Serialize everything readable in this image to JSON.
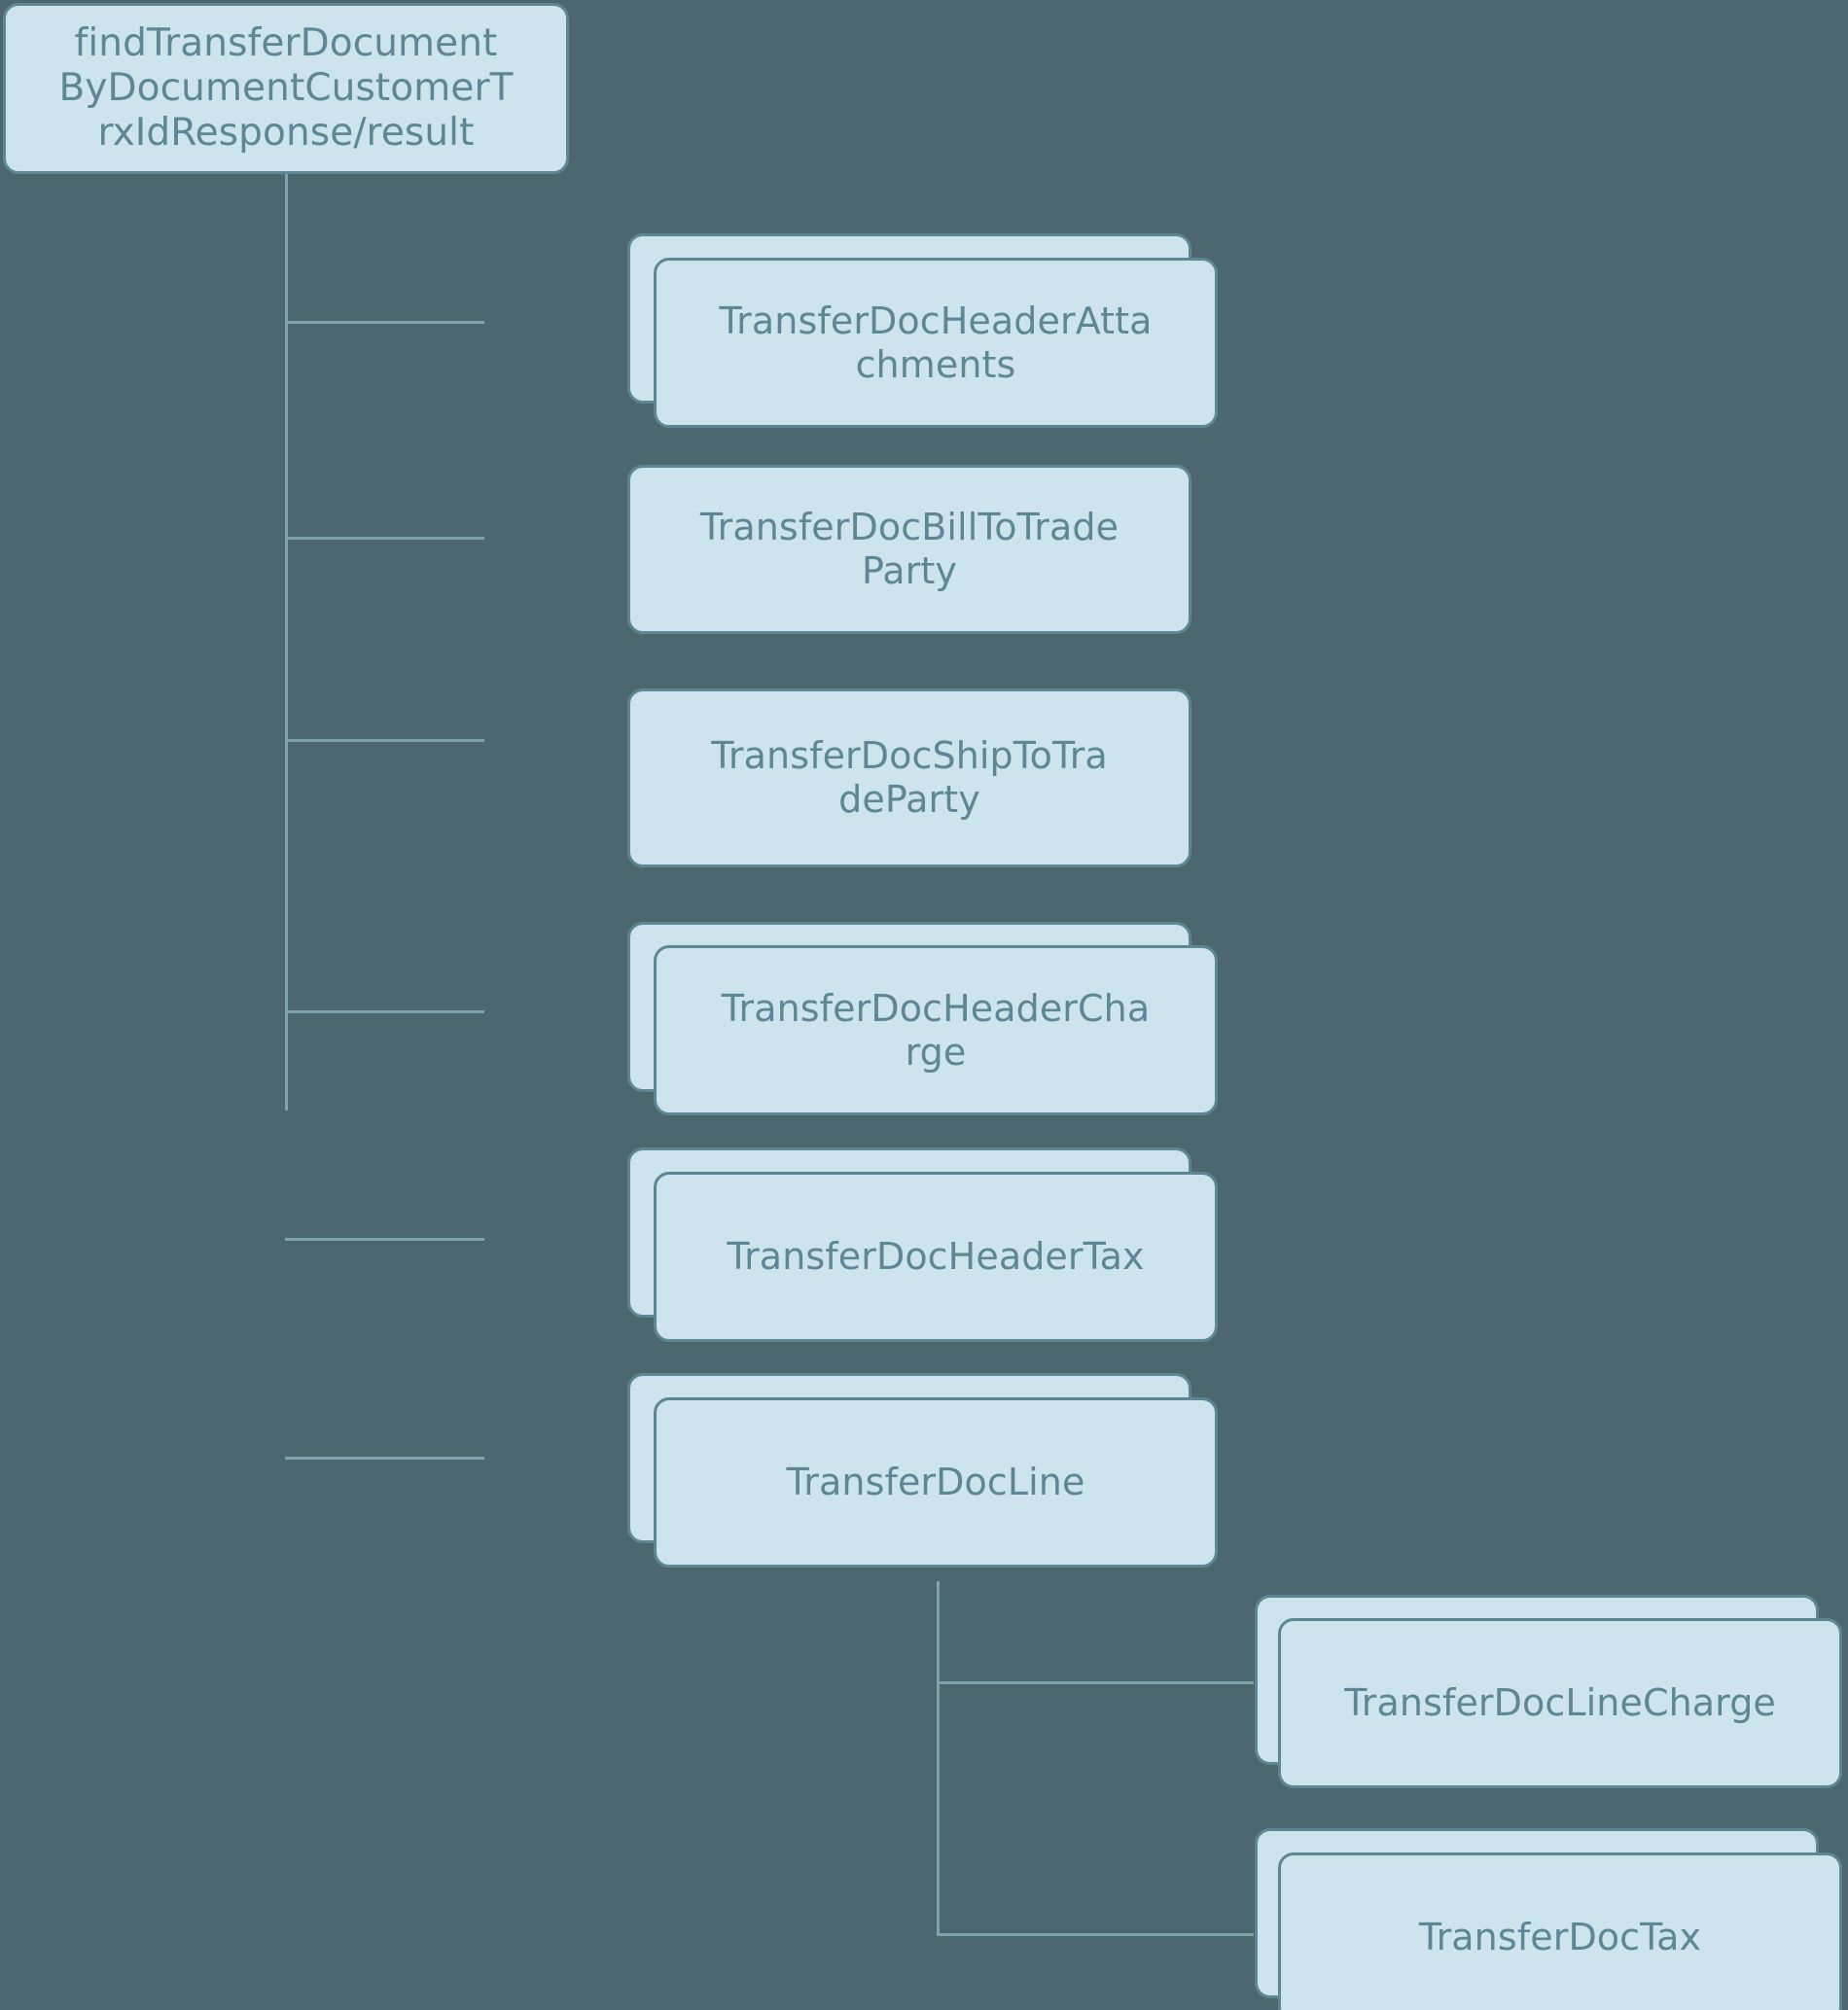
{
  "diagram": {
    "type": "tree",
    "title": "findTransferDocumentByDocumentCustomerTrxIdResponse/result",
    "background_color": "#4c6770",
    "node_fill_color": "#cde3ed",
    "node_border_color": "#5d8795",
    "node_text_color": "#5d8795",
    "connector_color": "#7fa3ae",
    "root": {
      "id": "root",
      "label": "findTransferDocument\nByDocumentCustomerT\nrxIdResponse/result",
      "collection": false
    },
    "nodes": [
      {
        "id": "transfer-doc-header-attachments",
        "label": "TransferDocHeaderAtta\nchments",
        "collection": true,
        "parent": "root"
      },
      {
        "id": "transfer-doc-bill-to-trade-party",
        "label": "TransferDocBillToTrade\nParty",
        "collection": false,
        "parent": "root"
      },
      {
        "id": "transfer-doc-ship-to-trade-party",
        "label": "TransferDocShipToTra\ndeParty",
        "collection": false,
        "parent": "root"
      },
      {
        "id": "transfer-doc-header-charge",
        "label": "TransferDocHeaderCha\nrge",
        "collection": true,
        "parent": "root"
      },
      {
        "id": "transfer-doc-header-tax",
        "label": "TransferDocHeaderTax",
        "collection": true,
        "parent": "root"
      },
      {
        "id": "transfer-doc-line",
        "label": "TransferDocLine",
        "collection": true,
        "parent": "root"
      },
      {
        "id": "transfer-doc-line-charge",
        "label": "TransferDocLineCharge",
        "collection": true,
        "parent": "transfer-doc-line"
      },
      {
        "id": "transfer-doc-tax",
        "label": "TransferDocTax",
        "collection": true,
        "parent": "transfer-doc-line"
      }
    ]
  }
}
